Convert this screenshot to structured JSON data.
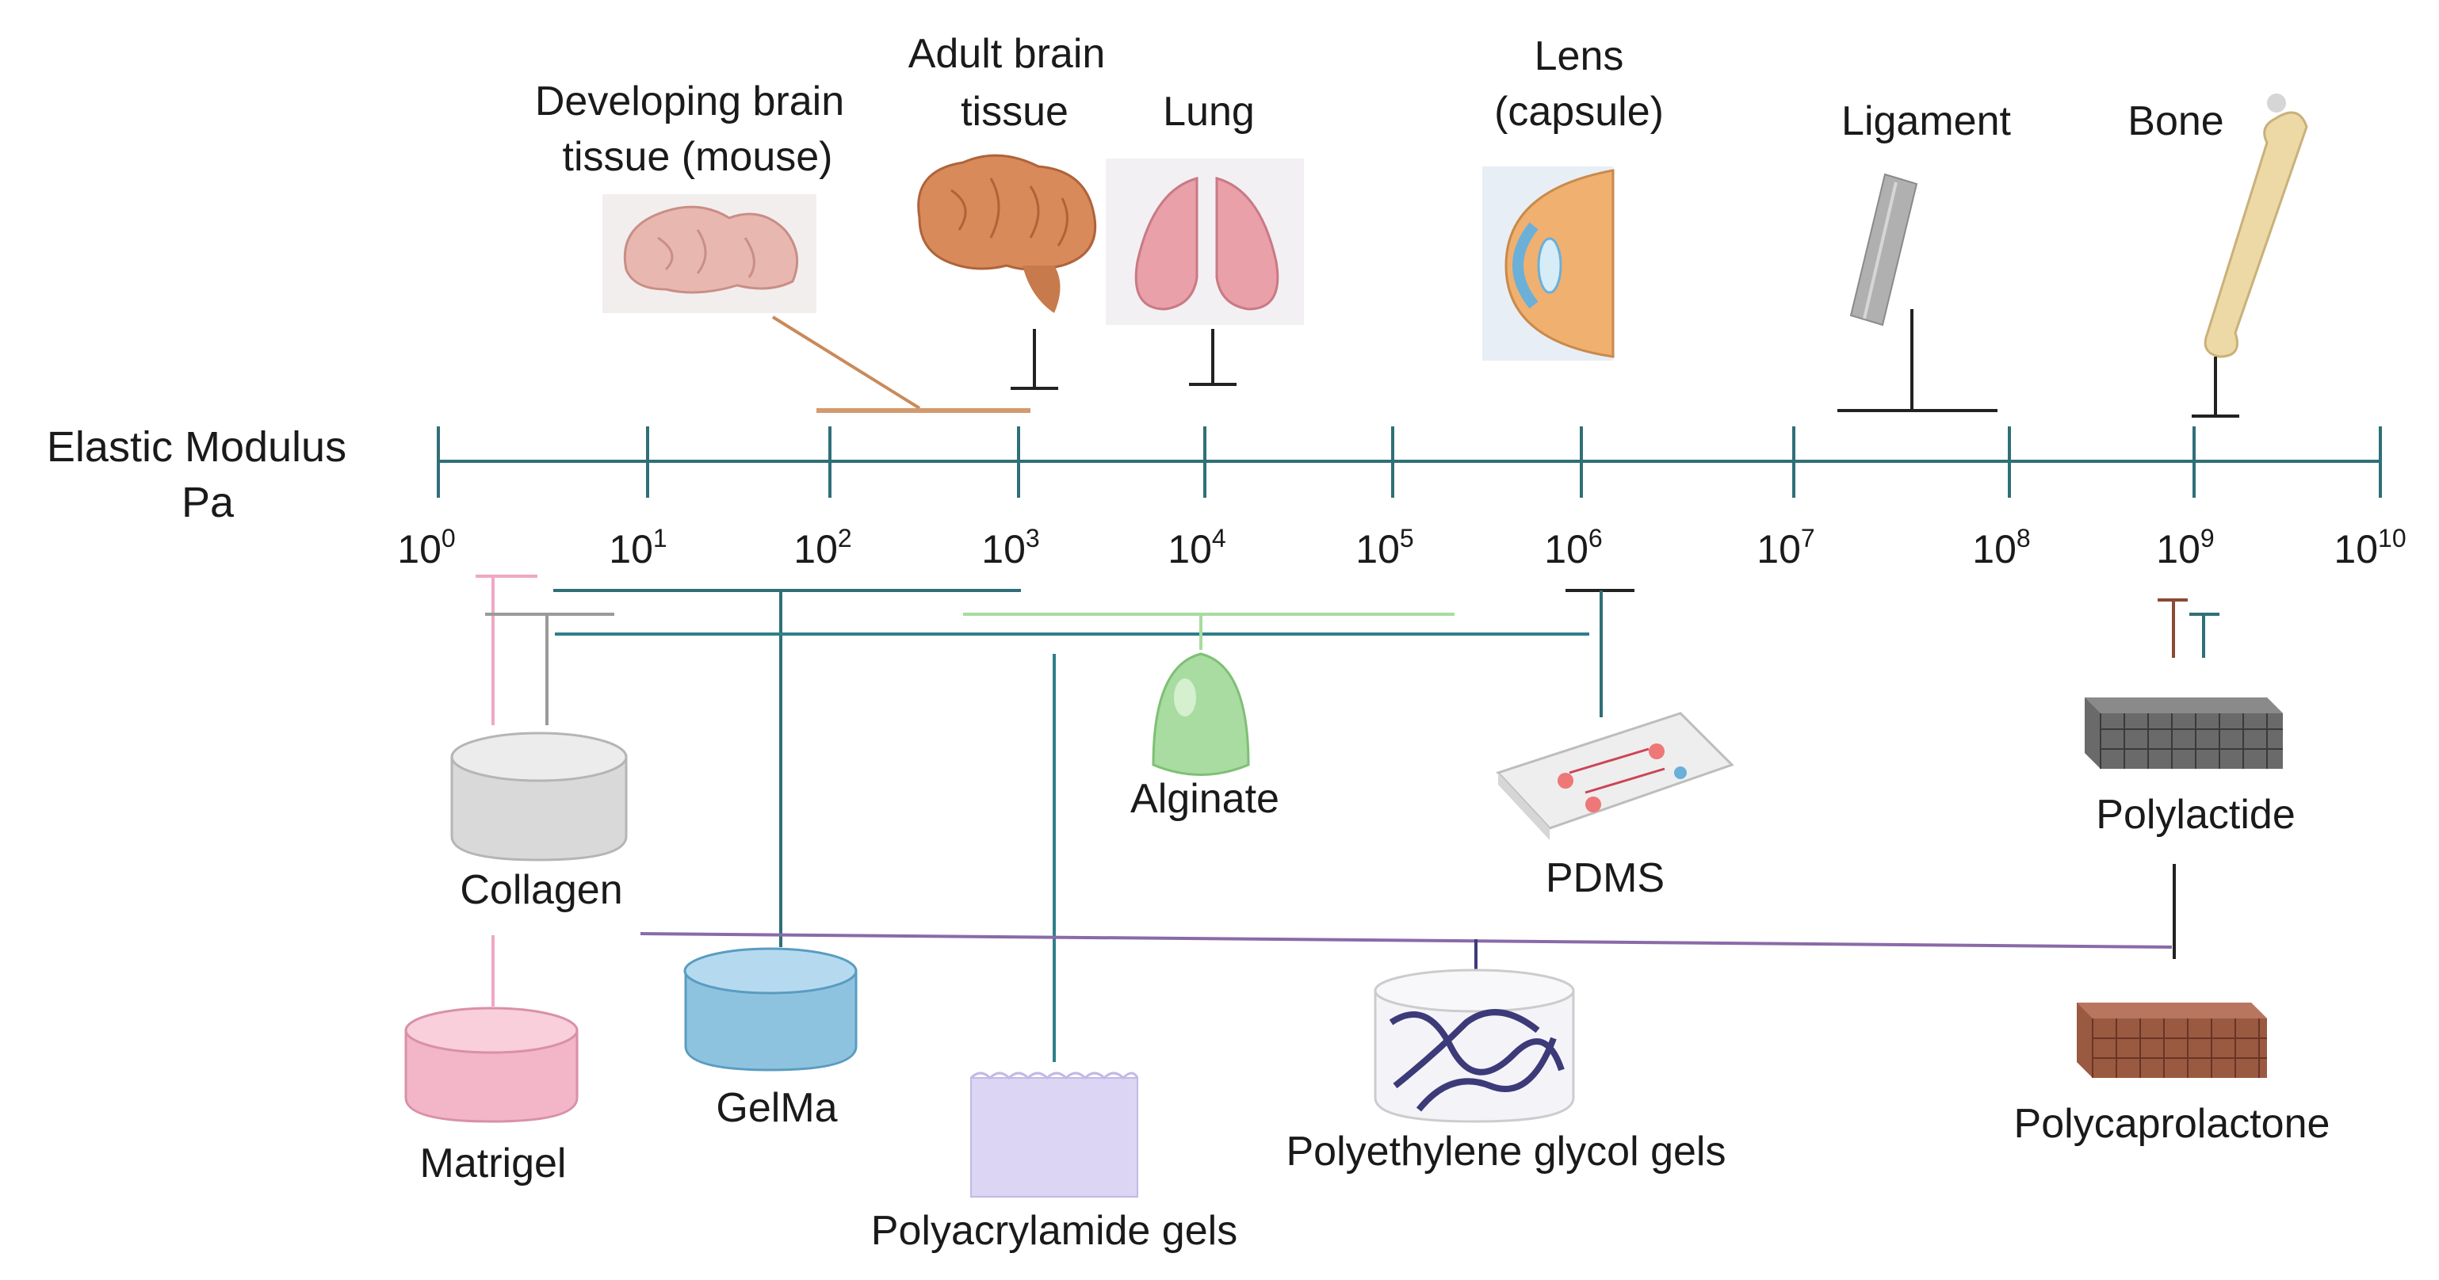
{
  "axis": {
    "title_line1": "Elastic Modulus",
    "title_line2": "Pa",
    "axis_color": "#2f6f78",
    "ticks": [
      {
        "base": "10",
        "exp": "0"
      },
      {
        "base": "10",
        "exp": "1"
      },
      {
        "base": "10",
        "exp": "2"
      },
      {
        "base": "10",
        "exp": "3"
      },
      {
        "base": "10",
        "exp": "4"
      },
      {
        "base": "10",
        "exp": "5"
      },
      {
        "base": "10",
        "exp": "6"
      },
      {
        "base": "10",
        "exp": "7"
      },
      {
        "base": "10",
        "exp": "8"
      },
      {
        "base": "10",
        "exp": "9"
      },
      {
        "base": "10",
        "exp": "10"
      }
    ]
  },
  "tissues": {
    "developing_brain": {
      "line1": "Developing brain",
      "line2": "tissue (mouse)",
      "icon": "mouse-brain-icon",
      "color": "#e8b8b0"
    },
    "adult_brain": {
      "line1": "Adult brain",
      "line2": "tissue",
      "icon": "human-brain-icon",
      "color": "#d98a5a"
    },
    "lung": {
      "label": "Lung",
      "icon": "lungs-icon",
      "color": "#e9a0a8"
    },
    "lens": {
      "line1": "Lens",
      "line2": "(capsule)",
      "icon": "eye-lens-icon",
      "color": "#f0b070"
    },
    "ligament": {
      "label": "Ligament",
      "icon": "ligament-icon",
      "color": "#b0b0b0"
    },
    "bone": {
      "label": "Bone",
      "icon": "bone-icon",
      "color": "#ecd9a6"
    }
  },
  "materials": {
    "collagen": {
      "label": "Collagen",
      "icon": "collagen-gel-icon",
      "color": "#cfcfcf"
    },
    "matrigel": {
      "label": "Matrigel",
      "icon": "matrigel-gel-icon",
      "color": "#f2b6c8"
    },
    "gelma": {
      "label": "GelMa",
      "icon": "gelma-gel-icon",
      "color": "#8ec3e0"
    },
    "polyacrylamide": {
      "label": "Polyacrylamide gels",
      "icon": "polyacrylamide-gel-icon",
      "color": "#dcd6f4"
    },
    "alginate": {
      "label": "Alginate",
      "icon": "alginate-gel-icon",
      "color": "#a8dca0"
    },
    "pdms": {
      "label": "PDMS",
      "icon": "pdms-chip-icon",
      "color": "#e4e4e4"
    },
    "peg": {
      "label": "Polyethylene glycol gels",
      "icon": "peg-network-icon",
      "color": "#3d3a7a"
    },
    "polylactide": {
      "label": "Polylactide",
      "icon": "polylactide-scaffold-icon",
      "color": "#4a4a4a"
    },
    "polycaprolactone": {
      "label": "Polycaprolactone",
      "icon": "polycaprolactone-scaffold-icon",
      "color": "#8a4a34"
    }
  }
}
